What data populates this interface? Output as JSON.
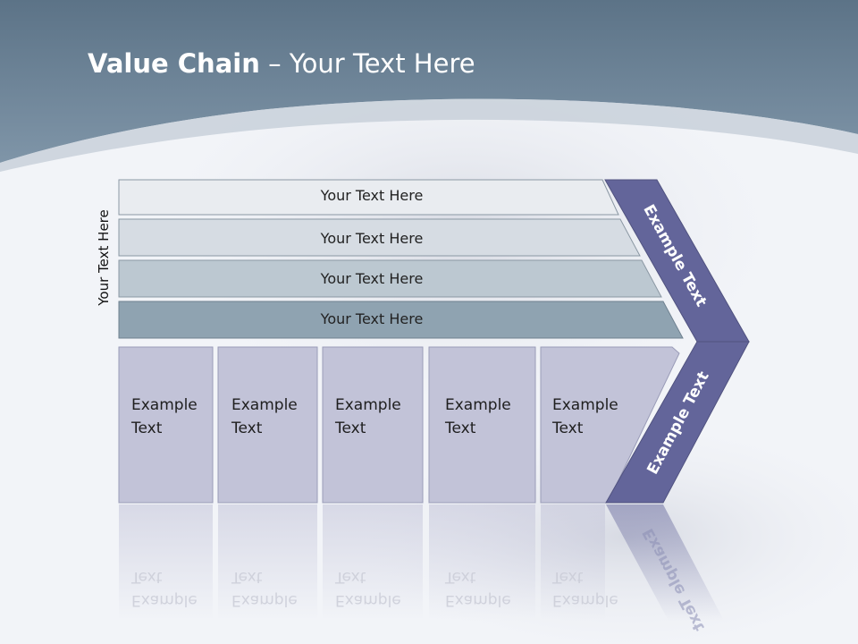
{
  "slide": {
    "title_bold": "Value Chain",
    "title_rest": " – Your Text Here",
    "side_label": "Your Text Here"
  },
  "bars": [
    {
      "label": "Your Text Here"
    },
    {
      "label": "Your Text Here"
    },
    {
      "label": "Your Text Here"
    },
    {
      "label": "Your Text Here"
    }
  ],
  "columns": [
    {
      "line1": "Example",
      "line2": "Text"
    },
    {
      "line1": "Example",
      "line2": "Text"
    },
    {
      "line1": "Example",
      "line2": "Text"
    },
    {
      "line1": "Example",
      "line2": "Text"
    },
    {
      "line1": "Example",
      "line2": "Text"
    }
  ],
  "chevron": {
    "upper_label": "Example Text",
    "lower_label": "Example Text"
  },
  "colors": {
    "header": "#6a8296",
    "chevron": "#63659a",
    "column": "#c2c3d8",
    "bar1": "#e9ecf0",
    "bar2": "#d6dce3",
    "bar3": "#bcc8d1",
    "bar4": "#8fa3b1"
  }
}
